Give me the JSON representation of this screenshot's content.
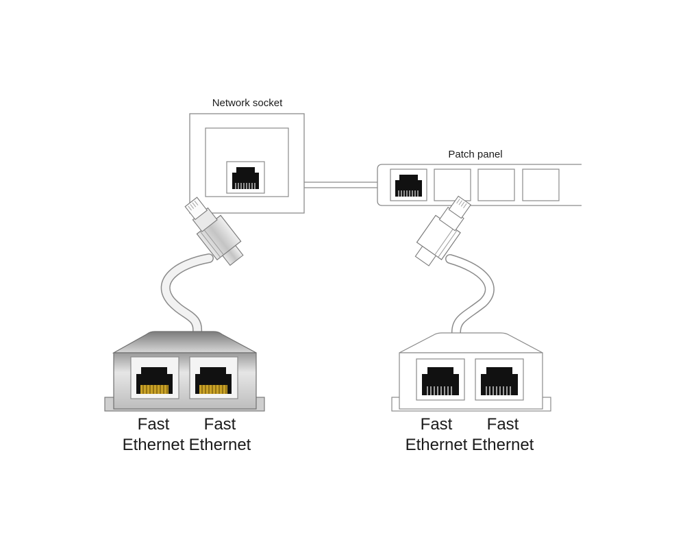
{
  "labels": {
    "network_socket": "Network socket",
    "patch_panel": "Patch panel"
  },
  "splitters": {
    "left": {
      "port_1": {
        "line1": "Fast",
        "line2": "Ethernet"
      },
      "port_2": {
        "line1": "Fast",
        "line2": "Ethernet"
      }
    },
    "right": {
      "port_1": {
        "line1": "Fast",
        "line2": "Ethernet"
      },
      "port_2": {
        "line1": "Fast",
        "line2": "Ethernet"
      }
    }
  },
  "patch_panel_port_count": 4,
  "colors": {
    "outline": "#8a8a8a",
    "jack": "#111111",
    "gold_pins": "#c9a227",
    "left_splitter_body": "#d6d6d6",
    "right_splitter_body": "#ffffff"
  },
  "icons": [
    "rj45-jack-icon",
    "rj45-plug-icon",
    "cable-icon"
  ]
}
